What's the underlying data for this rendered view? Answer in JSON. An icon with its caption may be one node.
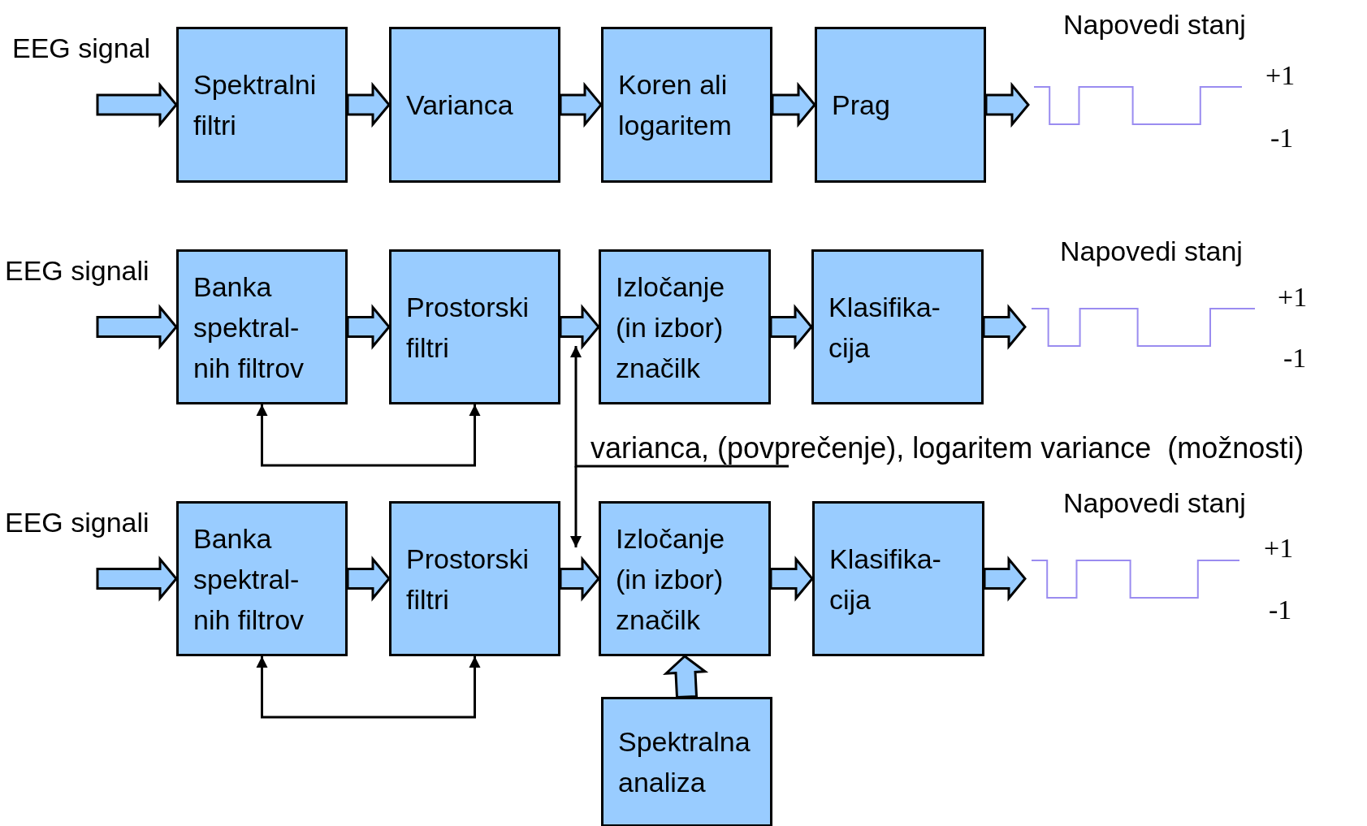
{
  "diagram": {
    "nodes": [
      {
        "text": [
          "Spektralni filtri"
        ]
      },
      {
        "text": [
          "Varianca"
        ]
      },
      {
        "text": [
          "Koren ali logaritem"
        ]
      },
      {
        "text": [
          "Prag"
        ]
      },
      {
        "text": [
          "Banka spektral- nih filtrov"
        ]
      },
      {
        "text": [
          "Prostorski filtri"
        ]
      },
      {
        "text": [
          "Izločanje (in izbor) značilk"
        ]
      },
      {
        "text": [
          "Klasifika- cija"
        ]
      },
      {
        "text": [
          "Banka spektral- nih filtrov"
        ]
      },
      {
        "text": [
          "Prostorski filtri"
        ]
      },
      {
        "text": [
          "Izločanje (in izbor) značilk"
        ]
      },
      {
        "text": [
          "Klasifika- cija"
        ]
      },
      {
        "text": [
          "Spektralna analiza"
        ]
      },
      {
        "text": [
          "varianca, (povprečenje), logaritem variance  (možnosti)"
        ]
      }
    ],
    "edges": [
      {
        "from": null,
        "to": 0,
        "arrow": "to",
        "style": "thick"
      },
      {
        "from": 0,
        "to": 1,
        "arrow": "to",
        "style": "thick"
      },
      {
        "from": 1,
        "to": 2,
        "arrow": "to",
        "style": "thick"
      },
      {
        "from": 2,
        "to": 3,
        "arrow": "to",
        "style": "thick"
      },
      {
        "from": 3,
        "to": null,
        "arrow": "to",
        "style": "thick"
      },
      {
        "from": null,
        "to": 4,
        "arrow": "to",
        "style": "thick"
      },
      {
        "from": 4,
        "to": 5,
        "arrow": "to",
        "style": "thick"
      },
      {
        "from": 5,
        "to": 6,
        "arrow": "to",
        "style": "thick"
      },
      {
        "from": 6,
        "to": 7,
        "arrow": "to",
        "style": "thick"
      },
      {
        "from": 7,
        "to": null,
        "arrow": "to",
        "style": "thick"
      },
      {
        "from": 4,
        "to": 5,
        "arrow": "both"
      },
      {
        "from": null,
        "to": 8,
        "arrow": "to",
        "style": "thick"
      },
      {
        "from": 8,
        "to": 9,
        "arrow": "to",
        "style": "thick"
      },
      {
        "from": 9,
        "to": 10,
        "arrow": "to",
        "style": "thick"
      },
      {
        "from": 10,
        "to": 11,
        "arrow": "to",
        "style": "thick"
      },
      {
        "from": 11,
        "to": null,
        "arrow": "to",
        "style": "thick"
      },
      {
        "from": 8,
        "to": 9,
        "arrow": "both"
      },
      {
        "from": 12,
        "to": 10,
        "arrow": "to",
        "style": "thick"
      },
      {
        "from": 13,
        "to": 5,
        "arrow": "to"
      },
      {
        "from": 13,
        "to": 9,
        "arrow": "to"
      }
    ],
    "labels": [
      "EEG signal",
      "Napovedi stanj",
      "+1",
      "-1",
      "EEG signali",
      "Napovedi stanj",
      "+1",
      "-1",
      "EEG signali",
      "Napovedi stanj",
      "+1",
      "-1"
    ]
  }
}
